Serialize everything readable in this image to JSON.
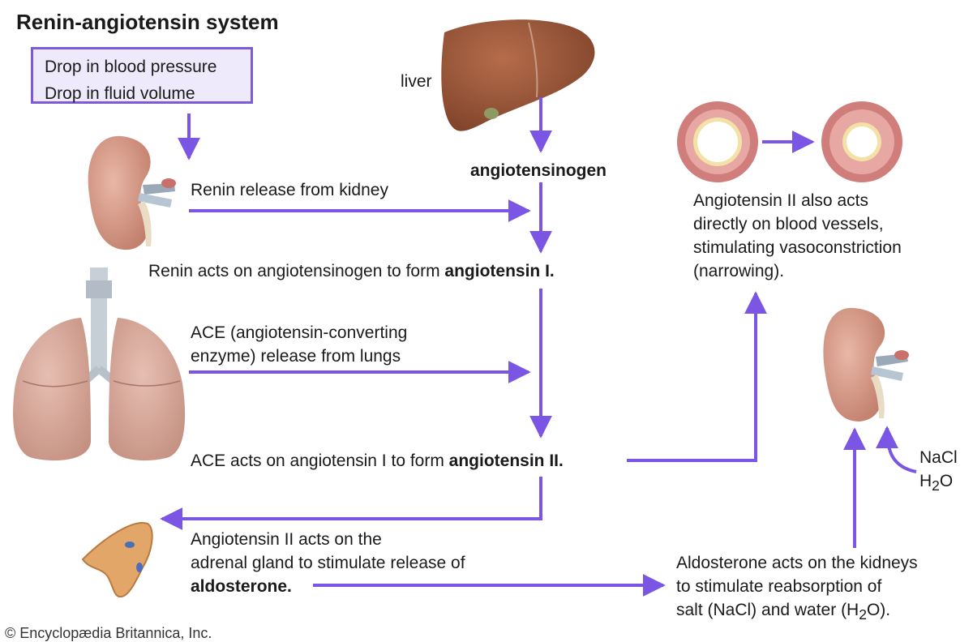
{
  "title": "Renin-angiotensin system",
  "trigger": {
    "line1": "Drop in blood pressure",
    "line2": "Drop in fluid volume"
  },
  "labels": {
    "liver": "liver",
    "angiotensinogen": "angiotensinogen"
  },
  "steps": {
    "renin_release": "Renin release from kidney",
    "renin_acts_prefix": "Renin acts on angiotensinogen to form ",
    "renin_acts_bold": "angiotensin I.",
    "ace_release_line1": "ACE (angiotensin-converting",
    "ace_release_line2": "enzyme) release from lungs",
    "ace_acts_prefix": "ACE acts on angiotensin I to form ",
    "ace_acts_bold": "angiotensin II.",
    "adrenal_line1": "Angiotensin II acts on the",
    "adrenal_line2": "adrenal gland to stimulate release of",
    "adrenal_bold": "aldosterone.",
    "vessels_line1": "Angiotensin II also acts",
    "vessels_line2": "directly on blood vessels,",
    "vessels_line3": "stimulating vasoconstriction",
    "vessels_line4": "(narrowing).",
    "aldo_line1": "Aldosterone acts on the kidneys",
    "aldo_line2": "to stimulate reabsorption of",
    "aldo_line3_prefix": "salt (NaCl) and water (H",
    "aldo_line3_sub": "2",
    "aldo_line3_suffix": "O)."
  },
  "reabsorbed": {
    "nacl": "NaCl",
    "h2o_prefix": "H",
    "h2o_sub": "2",
    "h2o_suffix": "O"
  },
  "credit": "© Encyclopædia Britannica, Inc.",
  "colors": {
    "arrow": "#7b55e3",
    "box_border": "#7e5bd6",
    "box_fill": "#efeafb",
    "organ_pink": "#d79f8e",
    "liver_brown": "#9c5a3c"
  }
}
